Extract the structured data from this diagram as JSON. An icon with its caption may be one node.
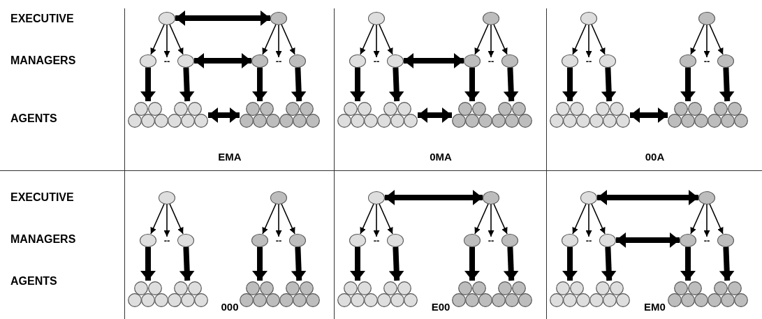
{
  "diagram": {
    "nodes": [
      {
        "text": [
          "EMA"
        ]
      },
      {
        "text": [],
        "shape": "circle",
        "in": 0
      },
      {
        "text": [],
        "shape": "circle",
        "in": 0
      },
      {
        "text": [
          "--"
        ],
        "in": 0
      },
      {
        "text": [],
        "shape": "circle",
        "in": 0
      },
      {
        "text": [],
        "shape": "cluster",
        "in": 0
      },
      {
        "text": [],
        "shape": "cluster",
        "in": 0
      },
      {
        "text": [],
        "shape": "circle",
        "in": 0
      },
      {
        "text": [],
        "shape": "circle",
        "in": 0
      },
      {
        "text": [
          "--"
        ],
        "in": 0
      },
      {
        "text": [],
        "shape": "circle",
        "in": 0
      },
      {
        "text": [],
        "shape": "cluster",
        "in": 0
      },
      {
        "text": [],
        "shape": "cluster",
        "in": 0
      },
      {
        "text": [
          "0MA"
        ]
      },
      {
        "text": [],
        "shape": "circle",
        "in": 13
      },
      {
        "text": [],
        "shape": "circle",
        "in": 13
      },
      {
        "text": [
          "--"
        ],
        "in": 13
      },
      {
        "text": [],
        "shape": "circle",
        "in": 13
      },
      {
        "text": [],
        "shape": "cluster",
        "in": 13
      },
      {
        "text": [],
        "shape": "cluster",
        "in": 13
      },
      {
        "text": [],
        "shape": "circle",
        "in": 13
      },
      {
        "text": [],
        "shape": "circle",
        "in": 13
      },
      {
        "text": [
          "--"
        ],
        "in": 13
      },
      {
        "text": [],
        "shape": "circle",
        "in": 13
      },
      {
        "text": [],
        "shape": "cluster",
        "in": 13
      },
      {
        "text": [],
        "shape": "cluster",
        "in": 13
      },
      {
        "text": [
          "00A"
        ]
      },
      {
        "text": [],
        "shape": "circle",
        "in": 26
      },
      {
        "text": [],
        "shape": "circle",
        "in": 26
      },
      {
        "text": [
          "--"
        ],
        "in": 26
      },
      {
        "text": [],
        "shape": "circle",
        "in": 26
      },
      {
        "text": [],
        "shape": "cluster",
        "in": 26
      },
      {
        "text": [],
        "shape": "cluster",
        "in": 26
      },
      {
        "text": [],
        "shape": "circle",
        "in": 26
      },
      {
        "text": [],
        "shape": "circle",
        "in": 26
      },
      {
        "text": [
          "--"
        ],
        "in": 26
      },
      {
        "text": [],
        "shape": "circle",
        "in": 26
      },
      {
        "text": [],
        "shape": "cluster",
        "in": 26
      },
      {
        "text": [],
        "shape": "cluster",
        "in": 26
      },
      {
        "text": [
          "000"
        ]
      },
      {
        "text": [],
        "shape": "circle",
        "in": 39
      },
      {
        "text": [],
        "shape": "circle",
        "in": 39
      },
      {
        "text": [
          "--"
        ],
        "in": 39
      },
      {
        "text": [],
        "shape": "circle",
        "in": 39
      },
      {
        "text": [],
        "shape": "cluster",
        "in": 39
      },
      {
        "text": [],
        "shape": "cluster",
        "in": 39
      },
      {
        "text": [],
        "shape": "circle",
        "in": 39
      },
      {
        "text": [],
        "shape": "circle",
        "in": 39
      },
      {
        "text": [
          "--"
        ],
        "in": 39
      },
      {
        "text": [],
        "shape": "circle",
        "in": 39
      },
      {
        "text": [],
        "shape": "cluster",
        "in": 39
      },
      {
        "text": [],
        "shape": "cluster",
        "in": 39
      },
      {
        "text": [
          "E00"
        ]
      },
      {
        "text": [],
        "shape": "circle",
        "in": 52
      },
      {
        "text": [],
        "shape": "circle",
        "in": 52
      },
      {
        "text": [
          "--"
        ],
        "in": 52
      },
      {
        "text": [],
        "shape": "circle",
        "in": 52
      },
      {
        "text": [],
        "shape": "cluster",
        "in": 52
      },
      {
        "text": [],
        "shape": "cluster",
        "in": 52
      },
      {
        "text": [],
        "shape": "circle",
        "in": 52
      },
      {
        "text": [],
        "shape": "circle",
        "in": 52
      },
      {
        "text": [
          "--"
        ],
        "in": 52
      },
      {
        "text": [],
        "shape": "circle",
        "in": 52
      },
      {
        "text": [],
        "shape": "cluster",
        "in": 52
      },
      {
        "text": [],
        "shape": "cluster",
        "in": 52
      },
      {
        "text": [
          "EM0"
        ]
      },
      {
        "text": [],
        "shape": "circle",
        "in": 65
      },
      {
        "text": [],
        "shape": "circle",
        "in": 65
      },
      {
        "text": [
          "--"
        ],
        "in": 65
      },
      {
        "text": [],
        "shape": "circle",
        "in": 65
      },
      {
        "text": [],
        "shape": "cluster",
        "in": 65
      },
      {
        "text": [],
        "shape": "cluster",
        "in": 65
      },
      {
        "text": [],
        "shape": "circle",
        "in": 65
      },
      {
        "text": [],
        "shape": "circle",
        "in": 65
      },
      {
        "text": [
          "--"
        ],
        "in": 65
      },
      {
        "text": [],
        "shape": "circle",
        "in": 65
      },
      {
        "text": [],
        "shape": "cluster",
        "in": 65
      },
      {
        "text": [],
        "shape": "cluster",
        "in": 65
      }
    ],
    "edges": [
      {
        "from": 1,
        "to": 2,
        "arrow": "to"
      },
      {
        "from": 1,
        "to": 3,
        "arrow": "to"
      },
      {
        "from": 1,
        "to": 4,
        "arrow": "to"
      },
      {
        "from": 2,
        "to": 5,
        "arrow": "to",
        "style": "thick"
      },
      {
        "from": 4,
        "to": 6,
        "arrow": "to",
        "style": "thick"
      },
      {
        "from": 7,
        "to": 8,
        "arrow": "to"
      },
      {
        "from": 7,
        "to": 9,
        "arrow": "to"
      },
      {
        "from": 7,
        "to": 10,
        "arrow": "to"
      },
      {
        "from": 8,
        "to": 11,
        "arrow": "to",
        "style": "thick"
      },
      {
        "from": 10,
        "to": 12,
        "arrow": "to",
        "style": "thick"
      },
      {
        "from": 1,
        "to": 7,
        "arrow": "both",
        "style": "thick"
      },
      {
        "from": 4,
        "to": 8,
        "arrow": "both",
        "style": "thick"
      },
      {
        "from": 6,
        "to": 11,
        "arrow": "both",
        "style": "thick"
      },
      {
        "from": 14,
        "to": 15,
        "arrow": "to"
      },
      {
        "from": 14,
        "to": 16,
        "arrow": "to"
      },
      {
        "from": 14,
        "to": 17,
        "arrow": "to"
      },
      {
        "from": 15,
        "to": 18,
        "arrow": "to",
        "style": "thick"
      },
      {
        "from": 17,
        "to": 19,
        "arrow": "to",
        "style": "thick"
      },
      {
        "from": 20,
        "to": 21,
        "arrow": "to"
      },
      {
        "from": 20,
        "to": 22,
        "arrow": "to"
      },
      {
        "from": 20,
        "to": 23,
        "arrow": "to"
      },
      {
        "from": 21,
        "to": 24,
        "arrow": "to",
        "style": "thick"
      },
      {
        "from": 23,
        "to": 25,
        "arrow": "to",
        "style": "thick"
      },
      {
        "from": 17,
        "to": 21,
        "arrow": "both",
        "style": "thick"
      },
      {
        "from": 19,
        "to": 24,
        "arrow": "both",
        "style": "thick"
      },
      {
        "from": 27,
        "to": 28,
        "arrow": "to"
      },
      {
        "from": 27,
        "to": 29,
        "arrow": "to"
      },
      {
        "from": 27,
        "to": 30,
        "arrow": "to"
      },
      {
        "from": 28,
        "to": 31,
        "arrow": "to",
        "style": "thick"
      },
      {
        "from": 30,
        "to": 32,
        "arrow": "to",
        "style": "thick"
      },
      {
        "from": 33,
        "to": 34,
        "arrow": "to"
      },
      {
        "from": 33,
        "to": 35,
        "arrow": "to"
      },
      {
        "from": 33,
        "to": 36,
        "arrow": "to"
      },
      {
        "from": 34,
        "to": 37,
        "arrow": "to",
        "style": "thick"
      },
      {
        "from": 36,
        "to": 38,
        "arrow": "to",
        "style": "thick"
      },
      {
        "from": 32,
        "to": 37,
        "arrow": "both",
        "style": "thick"
      },
      {
        "from": 40,
        "to": 41,
        "arrow": "to"
      },
      {
        "from": 40,
        "to": 42,
        "arrow": "to"
      },
      {
        "from": 40,
        "to": 43,
        "arrow": "to"
      },
      {
        "from": 41,
        "to": 44,
        "arrow": "to",
        "style": "thick"
      },
      {
        "from": 43,
        "to": 45,
        "arrow": "to",
        "style": "thick"
      },
      {
        "from": 46,
        "to": 47,
        "arrow": "to"
      },
      {
        "from": 46,
        "to": 48,
        "arrow": "to"
      },
      {
        "from": 46,
        "to": 49,
        "arrow": "to"
      },
      {
        "from": 47,
        "to": 50,
        "arrow": "to",
        "style": "thick"
      },
      {
        "from": 49,
        "to": 51,
        "arrow": "to",
        "style": "thick"
      },
      {
        "from": 53,
        "to": 54,
        "arrow": "to"
      },
      {
        "from": 53,
        "to": 55,
        "arrow": "to"
      },
      {
        "from": 53,
        "to": 56,
        "arrow": "to"
      },
      {
        "from": 54,
        "to": 57,
        "arrow": "to",
        "style": "thick"
      },
      {
        "from": 56,
        "to": 58,
        "arrow": "to",
        "style": "thick"
      },
      {
        "from": 59,
        "to": 60,
        "arrow": "to"
      },
      {
        "from": 59,
        "to": 61,
        "arrow": "to"
      },
      {
        "from": 59,
        "to": 62,
        "arrow": "to"
      },
      {
        "from": 60,
        "to": 63,
        "arrow": "to",
        "style": "thick"
      },
      {
        "from": 62,
        "to": 64,
        "arrow": "to",
        "style": "thick"
      },
      {
        "from": 53,
        "to": 59,
        "arrow": "both",
        "style": "thick"
      },
      {
        "from": 66,
        "to": 67,
        "arrow": "to"
      },
      {
        "from": 66,
        "to": 68,
        "arrow": "to"
      },
      {
        "from": 66,
        "to": 69,
        "arrow": "to"
      },
      {
        "from": 67,
        "to": 70,
        "arrow": "to",
        "style": "thick"
      },
      {
        "from": 69,
        "to": 71,
        "arrow": "to",
        "style": "thick"
      },
      {
        "from": 72,
        "to": 73,
        "arrow": "to"
      },
      {
        "from": 72,
        "to": 74,
        "arrow": "to"
      },
      {
        "from": 72,
        "to": 75,
        "arrow": "to"
      },
      {
        "from": 73,
        "to": 76,
        "arrow": "to",
        "style": "thick"
      },
      {
        "from": 75,
        "to": 77,
        "arrow": "to",
        "style": "thick"
      },
      {
        "from": 66,
        "to": 72,
        "arrow": "both",
        "style": "thick"
      },
      {
        "from": 69,
        "to": 73,
        "arrow": "both",
        "style": "thick"
      }
    ],
    "labels": [
      "EXECUTIVE",
      "MANAGERS",
      "AGENTS",
      "EXECUTIVE",
      "MANAGERS",
      "AGENTS"
    ]
  }
}
